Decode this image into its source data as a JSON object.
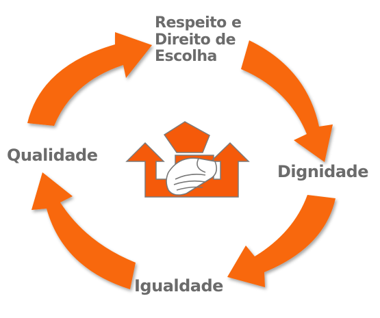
{
  "title": "",
  "colors": {
    "arrow": "#f86707",
    "arrow_shadow": "#a94205",
    "label": "#6b6b6b",
    "house": "#f55a0a",
    "house_outline": "#7a7a7a",
    "hand_fill": "#ffffff",
    "hand_outline": "#777777"
  },
  "labels": {
    "top_line1": "Respeito e",
    "top_line2": "Direito de",
    "top_line3": "Escolha",
    "right": "Dignidade",
    "bottom": "Igualdade",
    "left": "Qualidade"
  },
  "icons": {
    "center": "house-handshake-icon",
    "arrows": "cycle-arrow-icon"
  }
}
